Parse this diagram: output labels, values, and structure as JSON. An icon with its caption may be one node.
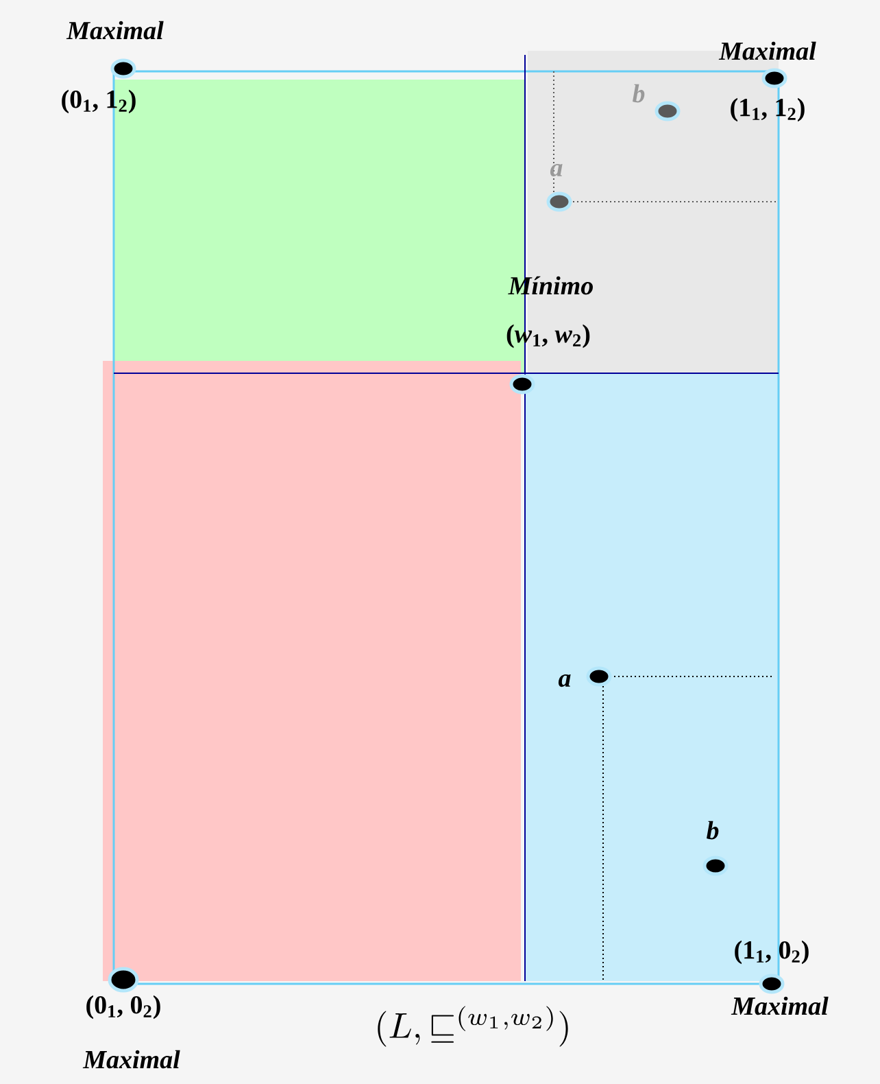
{
  "diagram": {
    "caption": "(L, \\sqsubseteq^{(w_1, w_2)})",
    "labels": [
      "Maximal",
      "(0$_{1}$, 1$_{2}$)",
      "Maximal",
      "b",
      "(1$_{1}$, 1$_{2}$)",
      "a",
      "Mínimo",
      "(*w*$_{1}$, *w*$_{2}$)",
      "a",
      "b",
      "(1$_{1}$, 0$_{2}$)",
      "Maximal",
      "(0$_{1}$, 0$_{2}$)",
      "Maximal"
    ]
  }
}
